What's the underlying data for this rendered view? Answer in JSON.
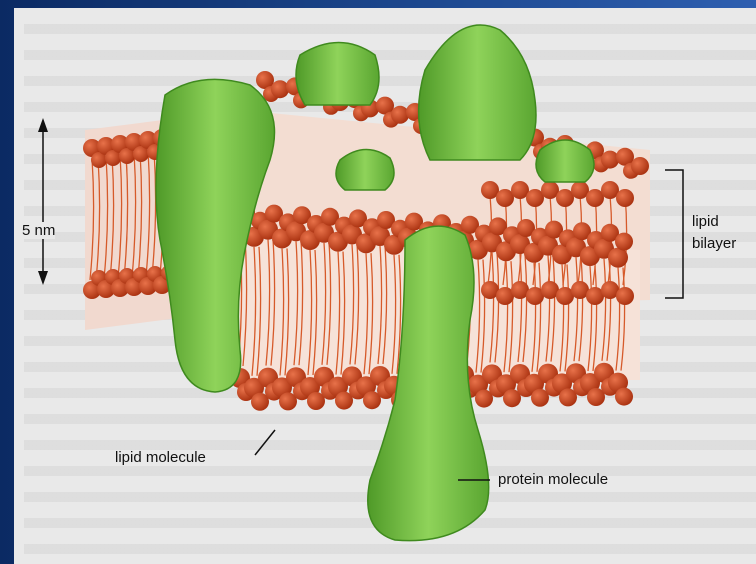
{
  "labels": {
    "thickness": "5 nm",
    "bilayer_line1": "lipid",
    "bilayer_line2": "bilayer",
    "lipid_molecule": "lipid molecule",
    "protein_molecule": "protein molecule"
  },
  "colors": {
    "protein": "#7ec74a",
    "protein_dark": "#3f8a1e",
    "lipid_head": "#c8421c",
    "lipid_tail": "#d65a2a",
    "background": "#e9e9e9",
    "frame": "#1e4a92"
  }
}
